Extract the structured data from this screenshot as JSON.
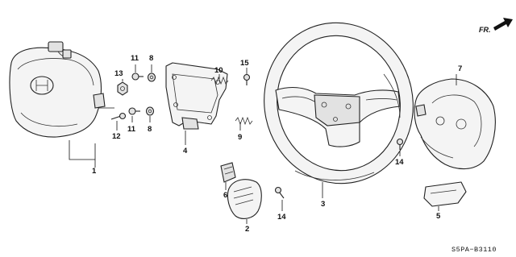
{
  "direction_indicator": {
    "label": "FR."
  },
  "diagram_code": "S5PA−B3110",
  "callouts": {
    "c1": "1",
    "c2": "2",
    "c3": "3",
    "c4": "4",
    "c5": "5",
    "c6": "6",
    "c7": "7",
    "c8a": "8",
    "c8b": "8",
    "c9": "9",
    "c10": "10",
    "c11a": "11",
    "c11b": "11",
    "c12": "12",
    "c13": "13",
    "c14a": "14",
    "c14b": "14",
    "c15": "15"
  }
}
